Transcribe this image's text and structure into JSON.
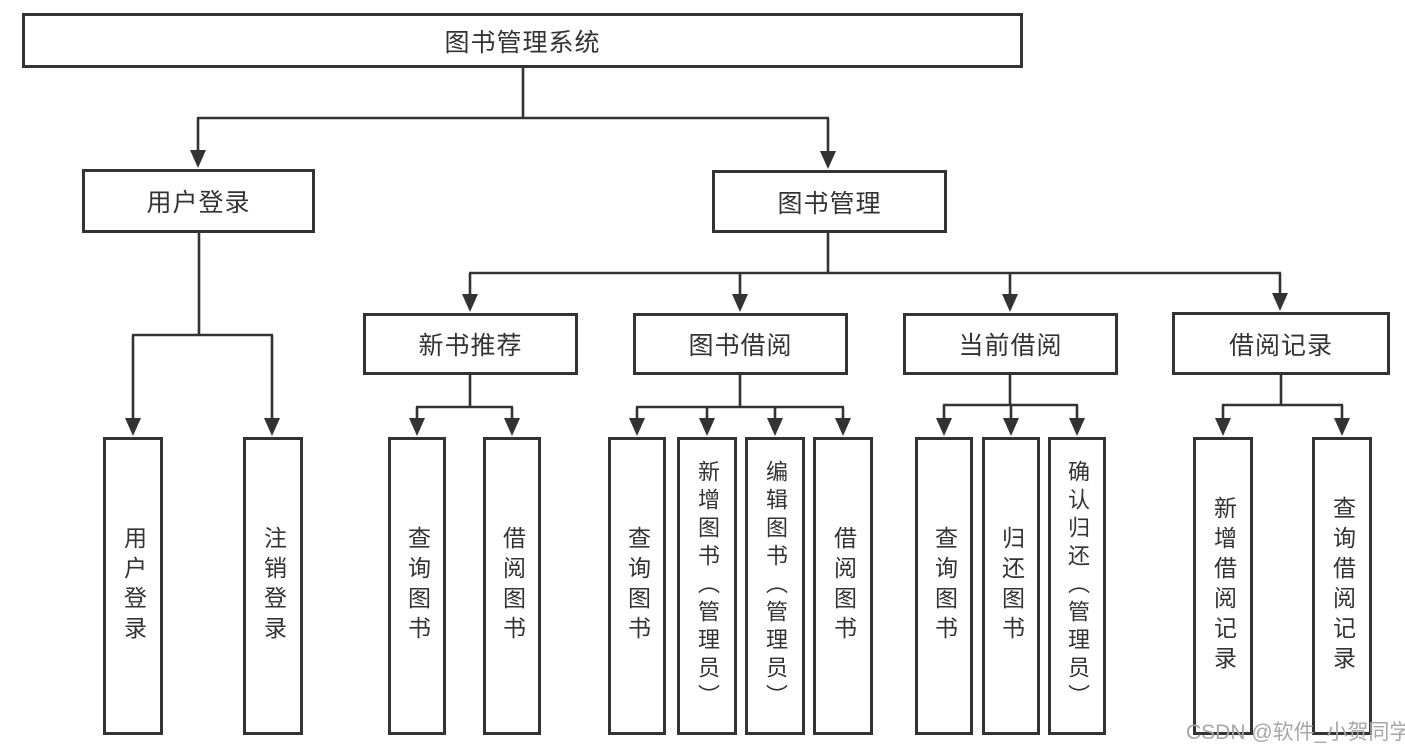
{
  "diagram": {
    "root": {
      "label": "图书管理系统"
    },
    "branches": [
      {
        "label": "用户登录"
      },
      {
        "label": "图书管理"
      }
    ],
    "modules": [
      {
        "label": "新书推荐"
      },
      {
        "label": "图书借阅"
      },
      {
        "label": "当前借阅"
      },
      {
        "label": "借阅记录"
      }
    ],
    "leaves": [
      {
        "label": "用户登录"
      },
      {
        "label": "注销登录"
      },
      {
        "label": "查询图书"
      },
      {
        "label": "借阅图书"
      },
      {
        "label": "查询图书"
      },
      {
        "label": "新增图书（管理员）"
      },
      {
        "label": "编辑图书（管理员）"
      },
      {
        "label": "借阅图书"
      },
      {
        "label": "查询图书"
      },
      {
        "label": "归还图书"
      },
      {
        "label": "确认归还（管理员）"
      },
      {
        "label": "新增借阅记录"
      },
      {
        "label": "查询借阅记录"
      }
    ],
    "watermark": "CSDN @软件_小贺同学",
    "colors": {
      "line": "#333333",
      "text": "#333333",
      "box_background": "#ffffff",
      "page_background": "#ffffff",
      "watermark": "#a7a7a7"
    }
  }
}
